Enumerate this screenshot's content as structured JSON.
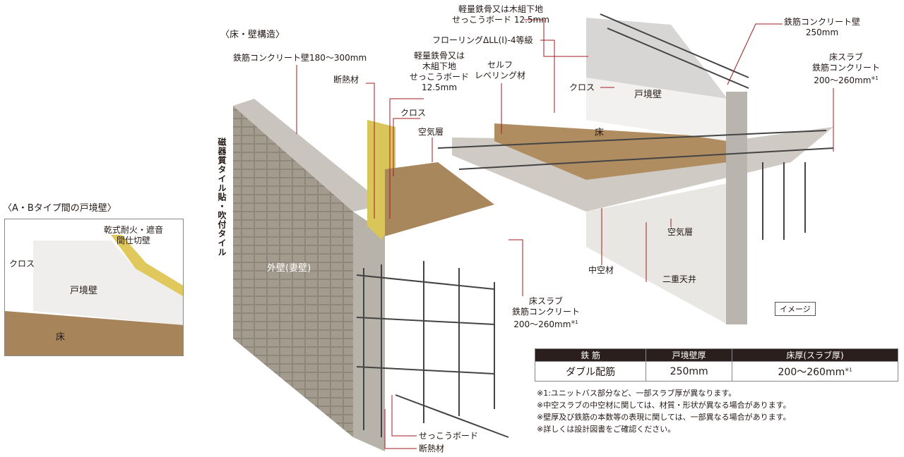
{
  "section_title": "〈床・壁構造〉",
  "inset": {
    "title": "〈A・Bタイプ間の戸境壁〉",
    "labels": {
      "partition": "乾式耐火・遮音\n間仕切壁",
      "cloth": "クロス",
      "wall": "戸境壁",
      "floor": "床"
    }
  },
  "labels": {
    "rc_wall_outer": "鉄筋コンクリート壁180〜300mm",
    "lgs_left": "軽量鉄骨又は\n木組下地\nせっこうボード\n12.5mm",
    "insulation_top": "断熱材",
    "cloth_left": "クロス",
    "air_layer_left": "空気層",
    "self_leveling": "セルフ\nレベリング材",
    "flooring": "フローリングΔLL(Ⅰ)-4等級",
    "lgs_top": "軽量鉄骨又は木組下地\nせっこうボード 12.5mm",
    "rc_wall_250": "鉄筋コンクリート壁\n250mm",
    "slab_right": "床スラブ\n鉄筋コンクリート\n200〜260mm",
    "cloth_right": "クロス",
    "partition_wall": "戸境壁",
    "floor": "床",
    "tile": "磁器質タイル貼・吹付タイル",
    "outer_wall": "外壁(妻壁)",
    "slab_center": "床スラブ\n鉄筋コンクリート\n200〜260mm",
    "air_layer": "空気層",
    "hollow": "中空材",
    "double_ceiling": "二重天井",
    "image_tag": "イメージ",
    "gypsum": "せっこうボード",
    "insulation_bottom": "断熱材",
    "footnote_mark": "※1"
  },
  "table": {
    "headers": [
      "鉄 筋",
      "戸境壁厚",
      "床厚(スラブ厚)"
    ],
    "row": [
      "ダブル配筋",
      "250mm",
      "200〜260mm"
    ],
    "row_note": "※1"
  },
  "notes": [
    "※1:ユニットバス部分など、一部スラブ厚が異なります。",
    "※中空スラブの中空材に関しては、材質・形状が異なる場合があります。",
    "※壁厚及び鉄筋の本数等の表現に関しては、一部異なる場合があります。",
    "※詳しくは設計図書をご確認ください。"
  ]
}
